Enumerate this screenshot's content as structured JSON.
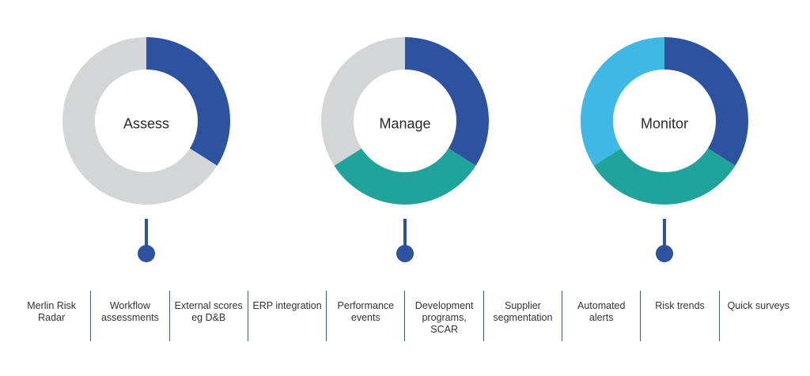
{
  "colors": {
    "navy": "#2d52a0",
    "teal": "#20a39a",
    "sky": "#40b8e6",
    "gray": "#d3d5d7",
    "divider": "#2d5aa6"
  },
  "stages": [
    {
      "label": "Assess",
      "segments": [
        {
          "color": "navy",
          "fraction": 0.34
        },
        {
          "color": "gray",
          "fraction": 0.66
        }
      ]
    },
    {
      "label": "Manage",
      "segments": [
        {
          "color": "navy",
          "fraction": 0.34
        },
        {
          "color": "teal",
          "fraction": 0.32
        },
        {
          "color": "gray",
          "fraction": 0.34
        }
      ]
    },
    {
      "label": "Monitor",
      "segments": [
        {
          "color": "navy",
          "fraction": 0.34
        },
        {
          "color": "teal",
          "fraction": 0.32
        },
        {
          "color": "sky",
          "fraction": 0.34
        }
      ]
    }
  ],
  "features": [
    "Merlin Risk Radar",
    "Workflow assessments",
    "External scores eg D&B",
    "ERP integration",
    "Performance events",
    "Development programs, SCAR",
    "Supplier segmentation",
    "Automated alerts",
    "Risk trends",
    "Quick surveys"
  ]
}
